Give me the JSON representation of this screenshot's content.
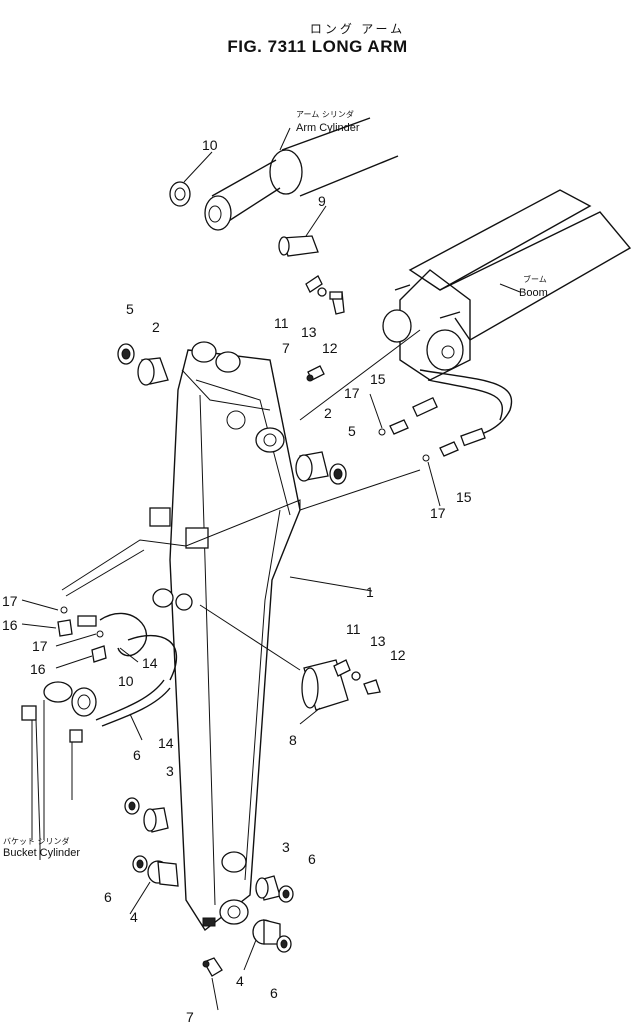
{
  "header": {
    "title_jp": "ロング アーム",
    "title": "FIG. 7311   LONG ARM"
  },
  "annotations": {
    "arm_cylinder_jp": "アーム シリンダ",
    "arm_cylinder": "Arm Cylinder",
    "boom_jp": "ブーム",
    "boom": "Boom",
    "bucket_cylinder_jp": "バケット シリンダ",
    "bucket_cylinder": "Bucket Cylinder"
  },
  "callouts": {
    "c1": "1",
    "c2a": "2",
    "c2b": "2",
    "c3a": "3",
    "c3b": "3",
    "c4a": "4",
    "c4b": "4",
    "c5a": "5",
    "c5b": "5",
    "c6a": "6",
    "c6b": "6",
    "c6c": "6",
    "c6d": "6",
    "c7a": "7",
    "c7b": "7",
    "c8": "8",
    "c9": "9",
    "c10a": "10",
    "c10b": "10",
    "c11a": "11",
    "c11b": "11",
    "c12a": "12",
    "c12b": "12",
    "c13a": "13",
    "c13b": "13",
    "c14a": "14",
    "c14b": "14",
    "c15a": "15",
    "c15b": "15",
    "c16a": "16",
    "c16b": "16",
    "c17a": "17",
    "c17b": "17",
    "c17c": "17",
    "c17d": "17"
  }
}
